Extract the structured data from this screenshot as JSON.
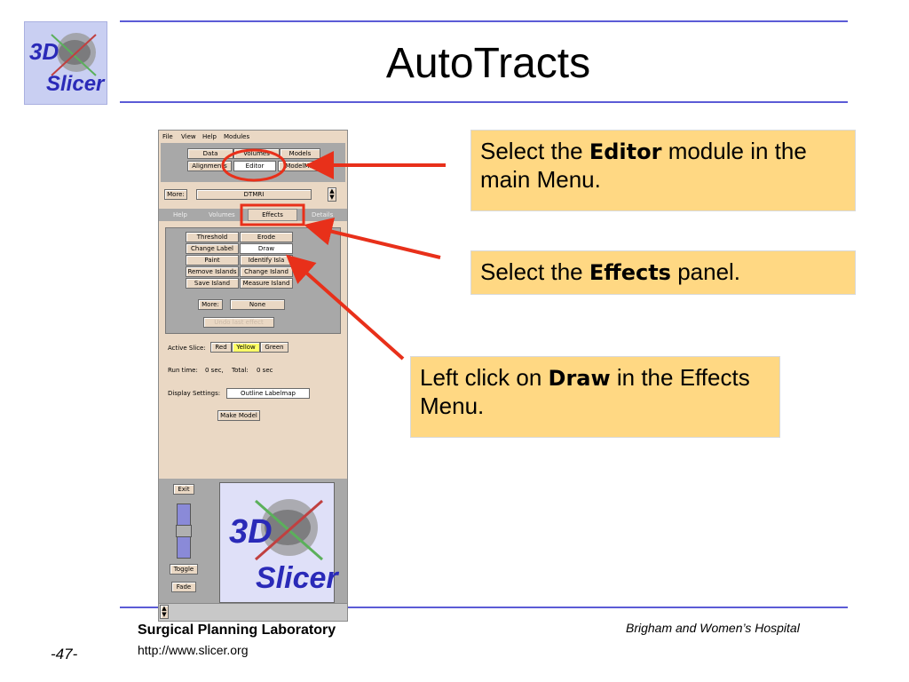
{
  "slide": {
    "title": "AutoTracts",
    "page_number": "-47-"
  },
  "logo": {
    "line1": "3D",
    "line2": "Slicer"
  },
  "footer": {
    "lab": "Surgical Planning Laboratory",
    "url": "http://www.slicer.org",
    "hospital": "Brigham and Women’s Hospital"
  },
  "app": {
    "menu": [
      "File",
      "View",
      "Help",
      "Modules"
    ],
    "modules_row1": [
      "Data",
      "Volumes",
      "Models"
    ],
    "modules_row2": [
      "Alignments",
      "Editor",
      "ModelMa"
    ],
    "more_label": "More:",
    "module_value": "DTMRI",
    "tabs": [
      "Help",
      "Volumes",
      "Effects",
      "Details"
    ],
    "effects_left": [
      "Threshold",
      "Change Label",
      "Paint",
      "Remove Islands",
      "Save Island"
    ],
    "effects_right": [
      "Erode",
      "Draw",
      "Identify Isla",
      "Change Island",
      "Measure Island"
    ],
    "effects_more_label": "More:",
    "effects_more_value": "None",
    "undo_label": "Undo last effect",
    "active_slice_label": "Active Slice:",
    "slices": [
      "Red",
      "Yellow",
      "Green"
    ],
    "run_time_label": "Run time:",
    "run_time_value": "0 sec,",
    "total_label": "Total:",
    "total_value": "0 sec",
    "display_settings_label": "Display Settings:",
    "display_settings_value": "Outline Labelmap",
    "make_model_label": "Make Model",
    "exit_label": "Exit",
    "toggle_label": "Toggle",
    "fade_label": "Fade",
    "preview_line1": "3D",
    "preview_line2": "Slicer"
  },
  "callouts": {
    "editor": {
      "prefix": "Select the ",
      "bold": "Editor",
      "suffix": " module in the main Menu."
    },
    "effects": {
      "prefix": "Select the ",
      "bold": "Effects",
      "suffix": " panel."
    },
    "draw": {
      "prefix": "Left click on ",
      "bold": "Draw",
      "suffix": " in the Effects Menu."
    }
  },
  "colors": {
    "rule": "#5b5bd6",
    "callout_bg": "#ffd883",
    "highlight": "#e8301a",
    "app_bg": "#ead8c4"
  }
}
